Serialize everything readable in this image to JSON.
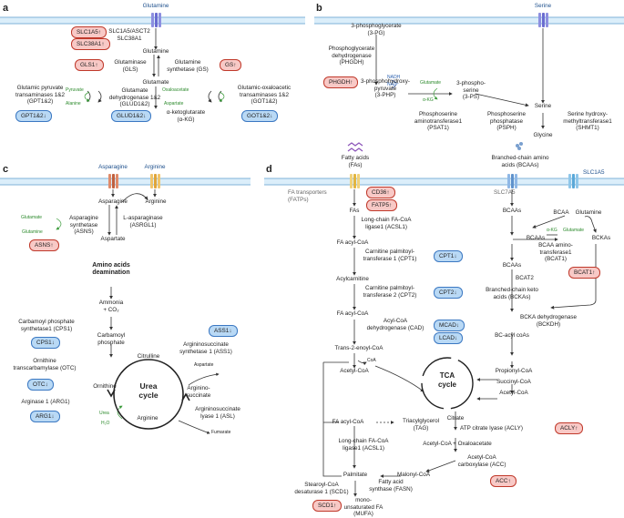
{
  "panels": {
    "a": {
      "letter": "a",
      "transporter": "Glutamine",
      "badges": {
        "slc1a5": "SLC1A5↑",
        "slc38a1": "SLC38A1↑",
        "gls1": "GLS1↑",
        "gs": "GS↑",
        "gpt": "GPT1&2↓",
        "glud": "GLUD1&2↓",
        "got": "GOT1&2↓"
      },
      "transporter_label": "SLC1A5/ASCT2\nSLC38A1",
      "glutamine": "Glutamine",
      "gls": "Glutaminase\n(GLS)",
      "gs": "Glutamine\nsynthetase (GS)",
      "glutamate": "Glutamate",
      "gpt": "Glutamic pyruvate\ntransaminases 1&2\n(GPT1&2)",
      "pyruvate": "Pyruvate",
      "alanine": "Alanine",
      "glud": "Glutamate\ndehydrogenase 1&2\n(GLUD1&2)",
      "oxaloacetate": "Oxaloacetate",
      "aspartate": "Aspartate",
      "got": "Glutamic-oxaloacetic\ntransaminases 1&2\n(GOT1&2)",
      "akg": "α-ketoglutarate\n(α-KG)"
    },
    "b": {
      "letter": "b",
      "transporter": "Serine",
      "pg": "3-phosphoglycerate\n(3-PG)",
      "phgdh_name": "Phosphoglycerate\ndehydrogenase\n(PHGDH)",
      "nadh": "NADH",
      "nad": "NAD⁺",
      "phgdh_badge": "PHGDH↑",
      "php": "3-phosphohydroxy-\npyruvate\n(3-PHP)",
      "glutamate": "Glutamate",
      "akg": "α-KG",
      "ps": "3-phospho-\nserine\n(3-PS)",
      "psat": "Phosphoserine\naminotransferase1\n(PSAT1)",
      "psph": "Phosphoserine\nphosphatase\n(PSPH)",
      "serine": "Serine",
      "shmt": "Serine hydroxy-\nmethyltransferase1\n(SHMT1)",
      "glycine": "Glycine"
    },
    "c": {
      "letter": "c",
      "asparagine_top": "Asparagine",
      "arginine_top": "Arginine",
      "asparagine": "Asparagine",
      "arginine": "Arginine",
      "glutamate": "Glutamate",
      "glutamine": "Glutamine",
      "asns_name": "Asparagine\nsynthetase (ASNS)",
      "asrgl": "L-asparaginase\n(ASRGL1)",
      "aspartate": "Aspartate",
      "asns_badge": "ASNS↑",
      "deam_title": "Amino acids\ndeamination",
      "ammonia": "Ammonia\n+ CO₂",
      "cps_name": "Carbamoyl phosphate\nsynthetase1 (CPS1)",
      "cps_badge": "CPS1↓",
      "carbamoyl": "Carbamoyl\nphosphate",
      "citrulline": "Citrulline",
      "ass_badge": "ASS1↓",
      "ass_name": "Argininosuccinate\nsynthetase 1 (ASS1)",
      "aspartate2": "Aspartate",
      "otc_name": "Ornithine\ntranscarbamylase (OTC)",
      "otc_badge": "OTC↓",
      "ornithine": "Ornithine",
      "urea_cycle": "Urea\ncycle",
      "argsucc": "Arginino-\nsuccinate",
      "arg1_name": "Arginase 1 (ARG1)",
      "arg1_badge": "ARG1↓",
      "urea": "Urea",
      "h2o": "H₂O",
      "arginine2": "Arginine",
      "asl": "Argininosuccinate\nlyase 1 (ASL)",
      "fumarate": "Fumarate"
    },
    "d": {
      "letter": "d",
      "fa_top": "Fatty acids\n(FAs)",
      "bcaa_top": "Branched-chain amino\nacids (BCAAs)",
      "slc1a5": "SLC1A5",
      "fatp": "FA transporters\n(FATPs)",
      "cd36": "CD36↑",
      "fatp5": "FATP5↑",
      "slc7a5": "SLC7A5",
      "fas": "FAs",
      "acsl1_a": "Long-chain FA-CoA\nligase1 (ACSL1)",
      "facoa1": "FA acyl-CoA",
      "cpt1_name": "Carnitine palmitoyl-\ntransferase 1 (CPT1)",
      "cpt1_badge": "CPT1↓",
      "acylcarnitine": "Acylcarnitine",
      "cpt2_name": "Carnitine palmitoyl-\ntransferase 2 (CPT2)",
      "cpt2_badge": "CPT2↓",
      "facoa2": "FA acyl-CoA",
      "cad": "Acyl-CoA\ndehydrogenase (CAD)",
      "mcad": "MCAD↓",
      "lcad": "LCAD↓",
      "trans": "Trans-2-enoyl-CoA",
      "coa": "CoA",
      "acetylcoa1": "Acetyl-CoA",
      "bcaas1": "BCAAs",
      "bcaa": "BCAA",
      "glutamine": "Glutamine",
      "akg": "α-KG",
      "glutamate": "Glutamate",
      "bcaas2": "BCAAs",
      "bckas": "BCKAs",
      "bcat1_name": "BCAA amino-\ntransferase1\n(BCAT1)",
      "bcaas3": "BCAAs",
      "bcat1_badge": "BCAT1↑",
      "bcat2": "BCAT2",
      "bcka_acids": "Branched-chain keto\nacids (BCKAs)",
      "bckdh": "BCKA dehydrogenase\n(BCKDH)",
      "bccoa": "BC-acyl coAs",
      "tca": "TCA\ncycle",
      "propionyl": "Propionyl-CoA",
      "succinyl": "Succinyl-CoA",
      "acetylcoa2": "Acetyl-CoA",
      "citrate": "Citrate",
      "facoa3": "FA acyl-CoA",
      "tag": "Triacylglycerol\n(TAG)",
      "acly_name": "ATP citrate lyase (ACLY)",
      "acly_badge": "ACLY↑",
      "acsl1_b": "Long-chain FA-CoA\nligase1 (ACSL1)",
      "acoa_oxa": "Acetyl-CoA + Oxaloacetate",
      "acc_name": "Acetyl-CoA\ncarboxylase (ACC)",
      "palmitate": "Palmitate",
      "malonyl": "Malonyl-CoA",
      "acc_badge": "ACC↑",
      "scd_name": "Stearoyl-CoA\ndesaturase 1 (SCD1)",
      "fasn": "Fatty acid\nsynthase (FASN)",
      "scd_badge": "SCD1↑",
      "mufa": "mono-\nunsaturated FA\n(MUFA)"
    }
  },
  "colors": {
    "up_fill": "#f8c9c6",
    "up_border": "#c0392b",
    "down_fill": "#b9d9f5",
    "down_border": "#3b78c2",
    "membrane": "#b8d8f0"
  }
}
